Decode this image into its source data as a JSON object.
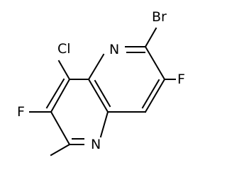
{
  "molecule": {
    "atoms": {
      "br": "Br",
      "cl": "Cl",
      "f_left": "F",
      "f_right": "F",
      "n_top": "N",
      "n_bottom": "N"
    }
  },
  "colors": {
    "bond": "#000000",
    "label": "#000000",
    "background": "#ffffff"
  }
}
